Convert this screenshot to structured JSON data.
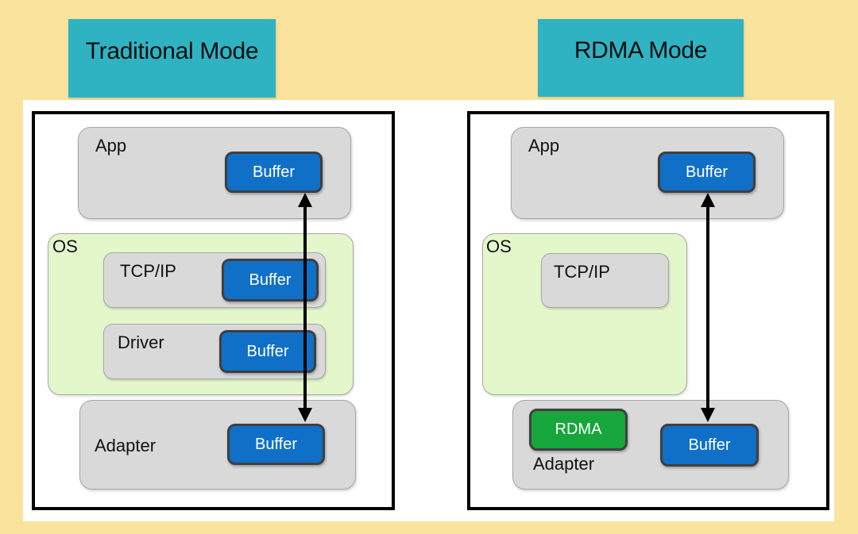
{
  "slide": {
    "panels": [
      {
        "title": "Traditional Mode",
        "app": {
          "label": "App",
          "buffer_label": "Buffer"
        },
        "os": {
          "label": "OS",
          "tcpip": {
            "label": "TCP/IP",
            "buffer_label": "Buffer"
          },
          "driver": {
            "label": "Driver",
            "buffer_label": "Buffer"
          }
        },
        "adapter": {
          "label": "Adapter",
          "buffer_label": "Buffer"
        },
        "arrow": "double-headed-vertical"
      },
      {
        "title": "RDMA Mode",
        "app": {
          "label": "App",
          "buffer_label": "Buffer"
        },
        "os": {
          "label": "OS",
          "tcpip": {
            "label": "TCP/IP"
          }
        },
        "adapter": {
          "label": "Adapter",
          "rdma_label": "RDMA",
          "buffer_label": "Buffer"
        },
        "arrow": "double-headed-vertical"
      }
    ],
    "colors": {
      "background_yellow": "#FAE39C",
      "header_teal": "#2FB3C3",
      "panel_white": "#FFFFFF",
      "layer_gray": "#D9D9D9",
      "os_green": "#E3F7CB",
      "buffer_blue": "#1070C8",
      "rdma_green": "#16A63C",
      "chip_border_dark": "#3F3F3F",
      "arrow_black": "#000000"
    }
  }
}
